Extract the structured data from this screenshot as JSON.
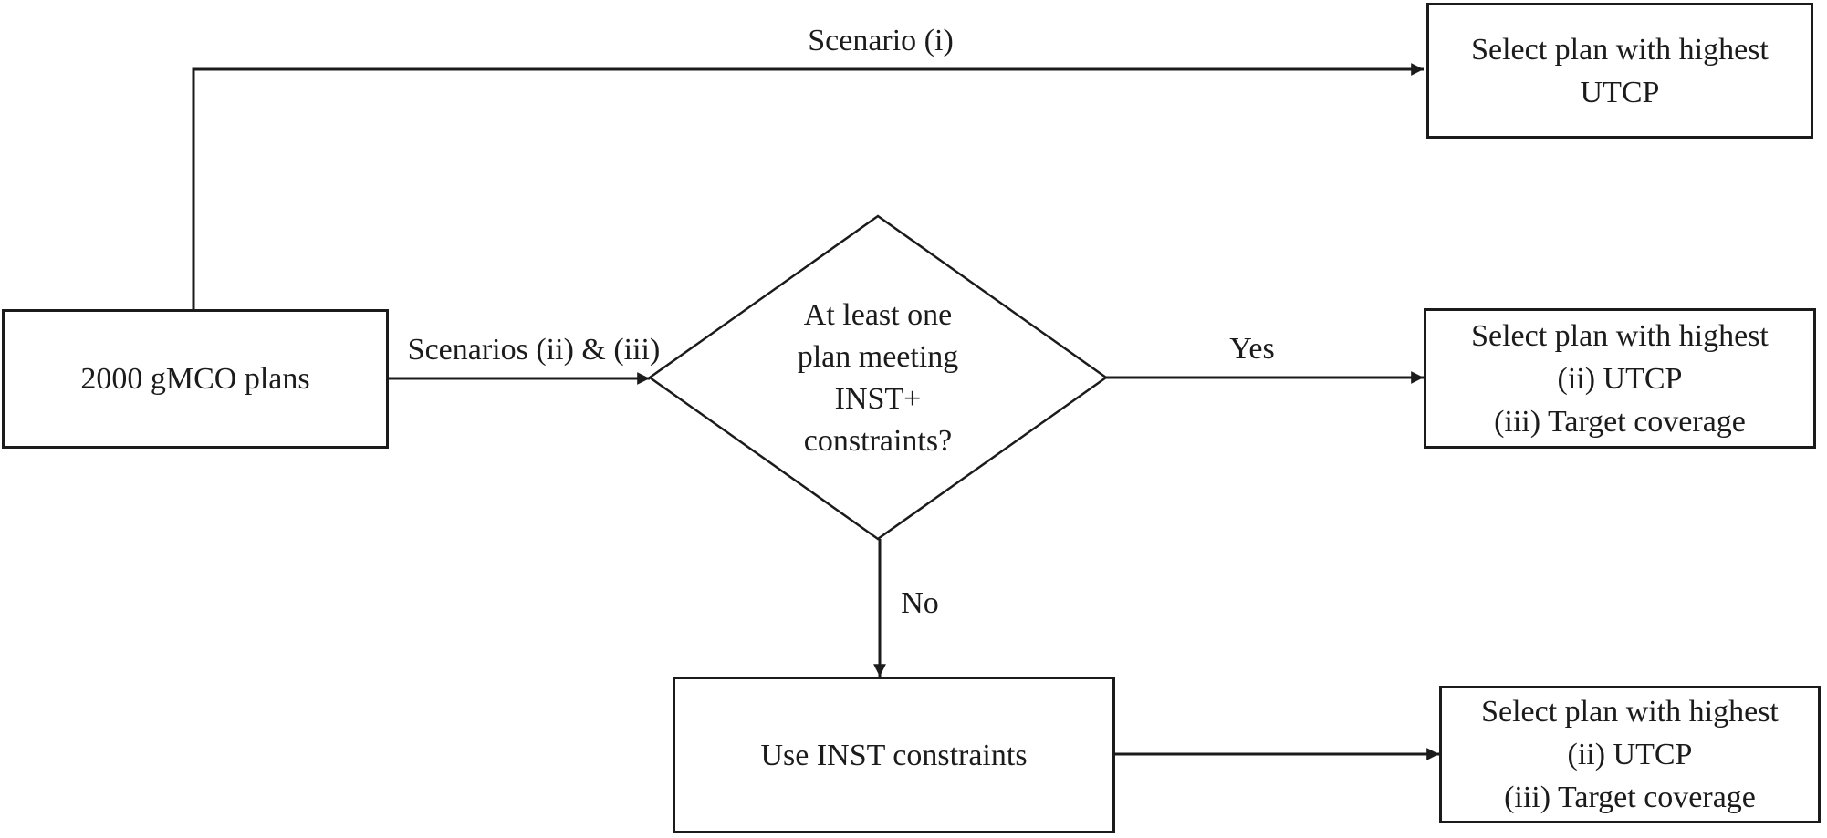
{
  "flowchart": {
    "nodes": {
      "start": {
        "label": "2000 gMCO plans"
      },
      "decision": {
        "lines": [
          "At least one",
          "plan meeting",
          "INST+",
          "constraints?"
        ]
      },
      "top_result": {
        "lines": [
          "Select plan with highest",
          "UTCP"
        ]
      },
      "mid_result": {
        "lines": [
          "Select plan with highest",
          "(ii) UTCP",
          "(iii) Target coverage"
        ]
      },
      "use_inst": {
        "label": "Use INST constraints"
      },
      "bottom_result": {
        "lines": [
          "Select plan with highest",
          "(ii) UTCP",
          "(iii) Target coverage"
        ]
      }
    },
    "edge_labels": {
      "scenario_i": "Scenario (i)",
      "scenarios_ii_iii": "Scenarios (ii) & (iii)",
      "yes": "Yes",
      "no": "No"
    },
    "colors": {
      "ink": "#1b1b1b",
      "background": "#ffffff"
    }
  }
}
